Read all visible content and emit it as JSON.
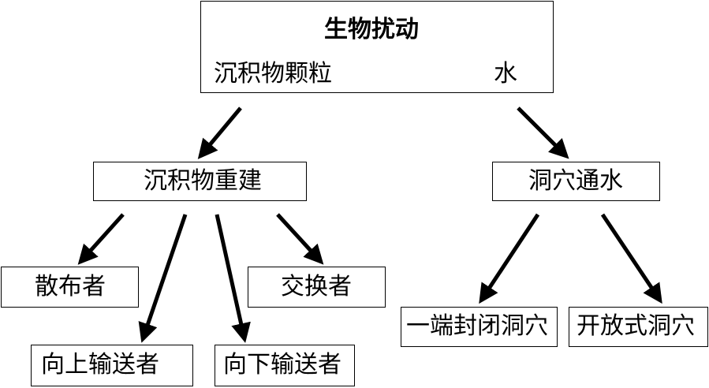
{
  "diagram": {
    "root": {
      "title": "生物扰动",
      "left_item": "沉积物颗粒",
      "right_item": "水"
    },
    "sediment_branch": {
      "label": "沉积物重建",
      "children": [
        "散布者",
        "向上输送者",
        "向下输送者",
        "交换者"
      ]
    },
    "water_branch": {
      "label": "洞穴通水",
      "children": [
        "一端封闭洞穴",
        "开放式洞穴"
      ]
    }
  }
}
